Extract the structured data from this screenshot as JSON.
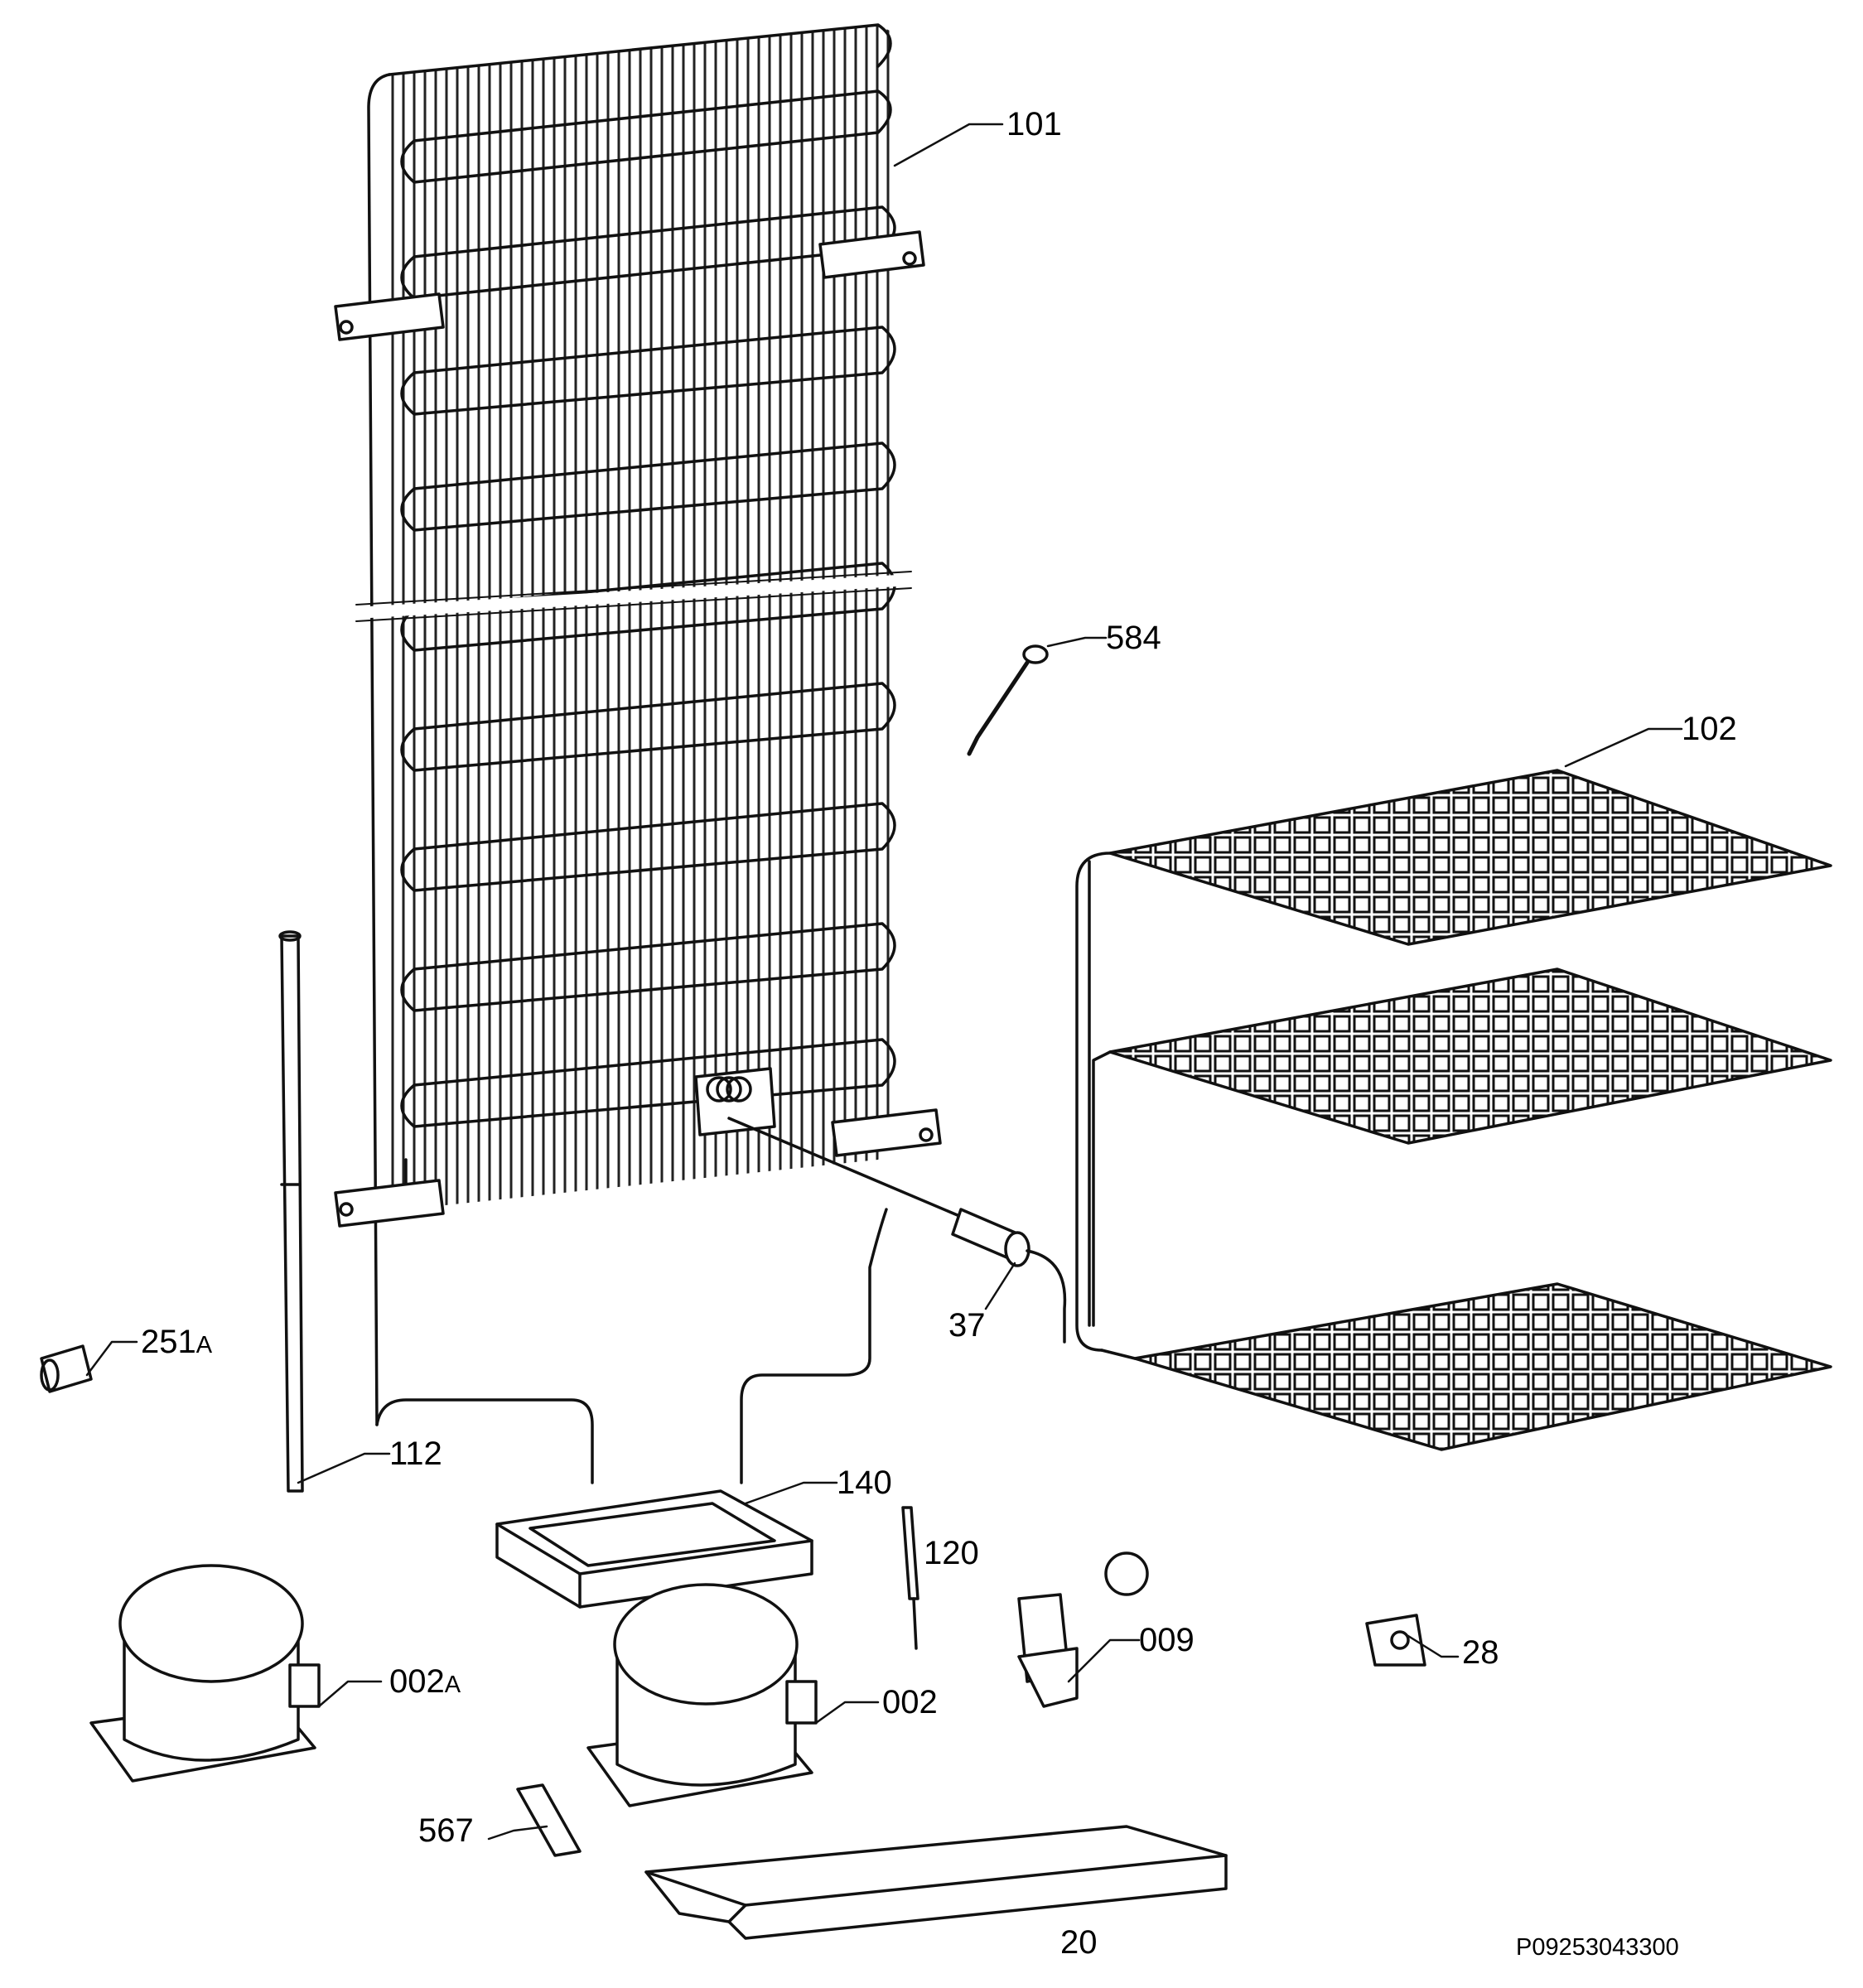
{
  "labels": {
    "l101": "101",
    "l584": "584",
    "l102": "102",
    "l37": "37",
    "l251": "251",
    "l251_suffix": "A",
    "l112": "112",
    "l140": "140",
    "l120": "120",
    "l009": "009",
    "l28": "28",
    "l002a": "002",
    "l002a_suffix": "A",
    "l002": "002",
    "l567": "567",
    "l20": "20"
  },
  "drawing_code": "P09253043300"
}
